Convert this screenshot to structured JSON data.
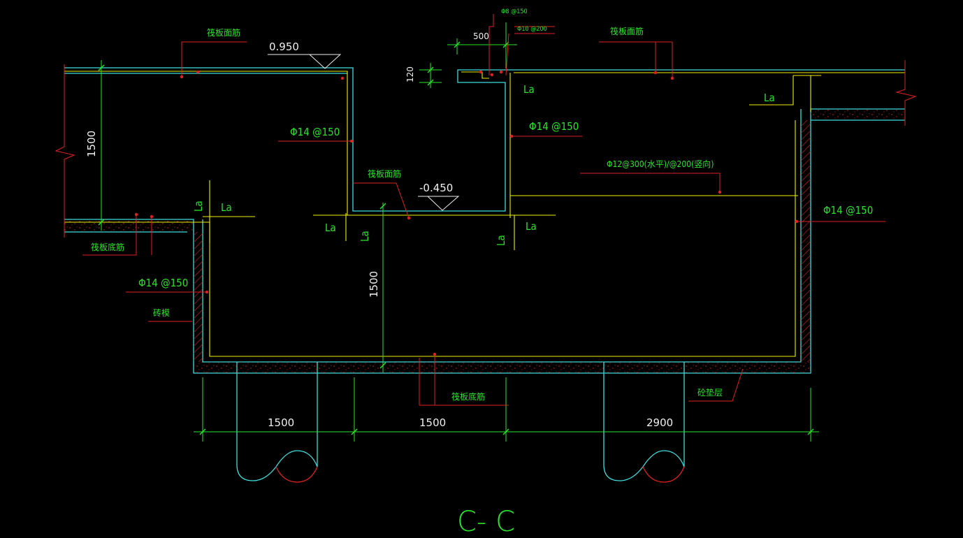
{
  "labels": {
    "raft_top_bar": "筏板面筋",
    "raft_bottom_bar": "筏板底筋",
    "bar_phi14_150": "Φ14 @150",
    "bar_phi12": "Φ12@300(水平)/@200(竖向)",
    "bar_phi8": "Φ8 @150",
    "bar_phi10": "Φ10 @200",
    "brick_form": "砖模",
    "cushion": "砼垫层",
    "la": "La"
  },
  "levels": {
    "top": "0.950",
    "mid": "-0.450"
  },
  "dimensions": {
    "d500": "500",
    "d120": "120",
    "left_height": "1500",
    "pit_height": "1500",
    "span1": "1500",
    "span2": "1500",
    "span3": "2900"
  },
  "title": "C- C",
  "colors": {
    "concrete": "#3cdcdc",
    "rebar": "#f0f000",
    "leader": "#e02020",
    "dimension": "#28e628",
    "text": "#28e628",
    "hatch": "#e02020",
    "level_text": "#f0f0f0"
  }
}
